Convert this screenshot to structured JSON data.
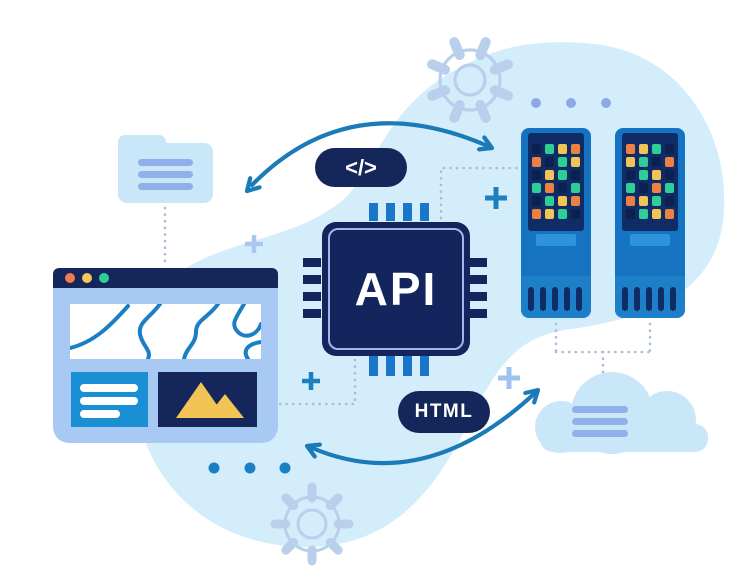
{
  "illustration": {
    "name": "api-integration-illustration",
    "chip": {
      "label": "API"
    },
    "code_badge": {
      "label": "</>"
    },
    "html_badge": {
      "label": "HTML"
    }
  },
  "colors": {
    "background": "#FFFFFF",
    "blob": "#D4EDFB",
    "sky_fill": "#C9E7F9",
    "periwinkle": "#8FB0E8",
    "periwinkle_dot": "#8CA9E4",
    "browser_body": "#A7C9F3",
    "navy": "#14265A",
    "chip_navy": "#14245C",
    "panel_navy": "#0F2C66",
    "server_blue": "#1573C2",
    "blue_light": "#2D93DB",
    "card_blue": "#1A8FD4",
    "arrow_teal": "#1B7AB8",
    "map_line": "#1B7FC4",
    "dotted_line": "#A9BED4",
    "gear_stroke": "#B9CFEC",
    "mountain_yellow": "#F2C455",
    "traffic_red": "#ED7D4D",
    "traffic_yellow": "#F2C85C",
    "traffic_green": "#2FCE96",
    "led": {
      "navy": "#0B2150",
      "green": "#2FCE96",
      "yellow": "#F2C455",
      "orange": "#EE8142"
    }
  },
  "servers": {
    "left_grid": [
      [
        "navy",
        "green",
        "yellow",
        "orange"
      ],
      [
        "orange",
        "navy",
        "green",
        "yellow"
      ],
      [
        "navy",
        "yellow",
        "green",
        "navy"
      ],
      [
        "green",
        "orange",
        "navy",
        "green"
      ],
      [
        "navy",
        "green",
        "yellow",
        "orange"
      ],
      [
        "orange",
        "yellow",
        "green",
        "navy"
      ]
    ],
    "right_grid": [
      [
        "orange",
        "yellow",
        "green",
        "navy"
      ],
      [
        "yellow",
        "green",
        "navy",
        "orange"
      ],
      [
        "navy",
        "green",
        "yellow",
        "navy"
      ],
      [
        "green",
        "navy",
        "orange",
        "green"
      ],
      [
        "orange",
        "yellow",
        "green",
        "navy"
      ],
      [
        "navy",
        "green",
        "yellow",
        "orange"
      ]
    ]
  }
}
